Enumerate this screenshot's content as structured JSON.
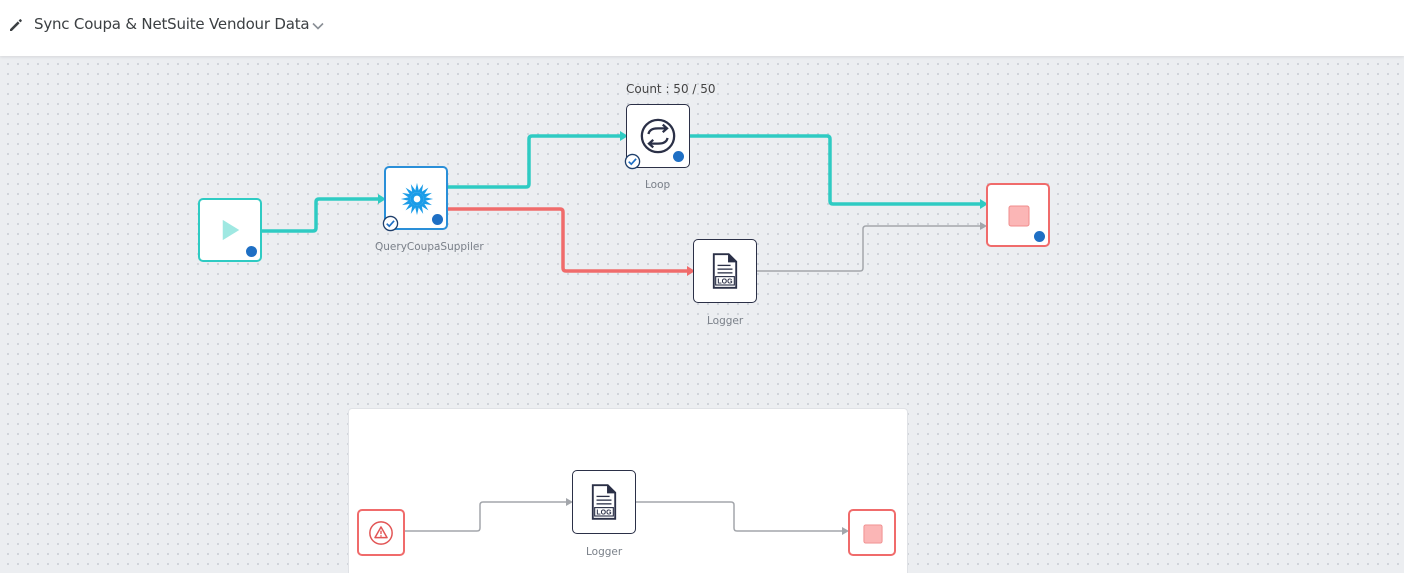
{
  "header": {
    "title": "Sync Coupa & NetSuite Vendour Data"
  },
  "flow": {
    "loop_count": "Count : 50 / 50",
    "nodes": {
      "query_label": "QueryCoupaSuppiler",
      "loop_label": "Loop",
      "logger_label": "Logger",
      "error_logger_label": "Logger"
    }
  },
  "colors": {
    "success": "#2ecbc3",
    "failure": "#f06b6b",
    "default_wire": "#a3a6ab",
    "status_dot": "#1e6fc4"
  },
  "icons": {
    "edit": "pencil-icon",
    "dropdown": "chevron-down-icon",
    "start": "play-icon",
    "query": "coupa-logo-icon",
    "loop": "loop-arrows-icon",
    "logger": "log-file-icon",
    "stop": "stop-square-icon",
    "error": "warning-triangle-icon"
  }
}
